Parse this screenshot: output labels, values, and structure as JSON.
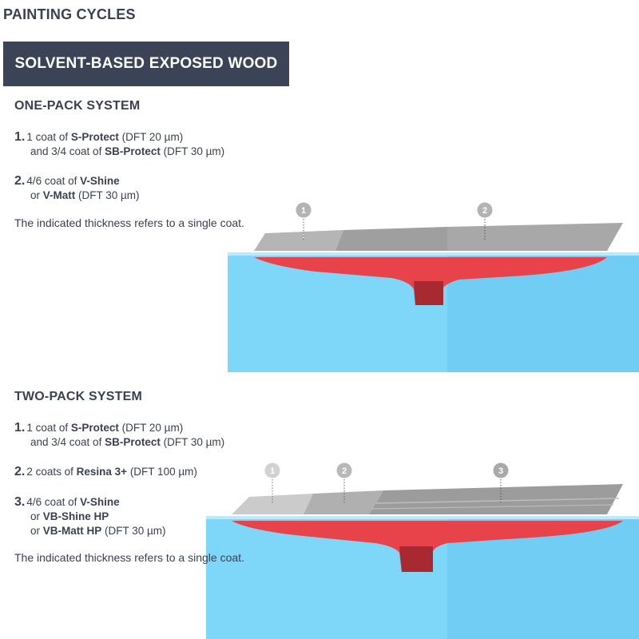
{
  "page_title": "PAINTING CYCLES",
  "banner": "SOLVENT-BASED EXPOSED WOOD",
  "one_pack": {
    "title": "ONE-PACK SYSTEM",
    "steps": [
      {
        "num": "1.",
        "line1": [
          {
            "t": "1 coat of ",
            "b": false
          },
          {
            "t": "S-Protect",
            "b": true
          },
          {
            "t": " (DFT 20 µm)",
            "b": false
          }
        ],
        "line2": [
          {
            "t": "and 3/4 coat of ",
            "b": false
          },
          {
            "t": "SB-Protect",
            "b": true
          },
          {
            "t": " (DFT 30 µm)",
            "b": false
          }
        ]
      },
      {
        "num": "2.",
        "line1": [
          {
            "t": "4/6 coat of ",
            "b": false
          },
          {
            "t": "V-Shine",
            "b": true
          }
        ],
        "line2": [
          {
            "t": "or  ",
            "b": false
          },
          {
            "t": "V-Matt",
            "b": true
          },
          {
            "t": " (DFT 30 µm)",
            "b": false
          }
        ]
      }
    ],
    "note": "The indicated thickness refers to a single coat.",
    "markers": [
      "1",
      "2"
    ]
  },
  "two_pack": {
    "title": "TWO-PACK SYSTEM",
    "steps": [
      {
        "num": "1.",
        "line1": [
          {
            "t": "1 coat of ",
            "b": false
          },
          {
            "t": "S-Protect",
            "b": true
          },
          {
            "t": " (DFT 20 µm)",
            "b": false
          }
        ],
        "line2": [
          {
            "t": "and 3/4 coat of ",
            "b": false
          },
          {
            "t": "SB-Protect",
            "b": true
          },
          {
            "t": " (DFT 30 µm)",
            "b": false
          }
        ]
      },
      {
        "num": "2.",
        "line1": [
          {
            "t": "2 coats of ",
            "b": false
          },
          {
            "t": "Resina 3+",
            "b": true
          },
          {
            "t": " (DFT 100 µm)",
            "b": false
          }
        ]
      },
      {
        "num": "3.",
        "line1": [
          {
            "t": "4/6 coat of ",
            "b": false
          },
          {
            "t": "V-Shine",
            "b": true
          }
        ],
        "line2": [
          {
            "t": "or ",
            "b": false
          },
          {
            "t": "VB-Shine HP",
            "b": true
          }
        ],
        "line3": [
          {
            "t": "or ",
            "b": false
          },
          {
            "t": "VB-Matt HP",
            "b": true
          },
          {
            "t": " (DFT 30 µm)",
            "b": false
          }
        ]
      }
    ],
    "note": "The indicated thickness refers to a single coat.",
    "markers": [
      "1",
      "2",
      "3"
    ]
  },
  "colors": {
    "banner_bg": "#3b4356",
    "water_light": "#7fd6f8",
    "water_dark": "#6dcaf2",
    "hull_red": "#e8424a",
    "keel_dark": "#a82a30",
    "deck_grey_light": "#c9c9c9",
    "deck_grey_mid": "#ababab",
    "deck_grey_dark": "#9a9a9a",
    "marker_grey": "#b3b3b3"
  }
}
